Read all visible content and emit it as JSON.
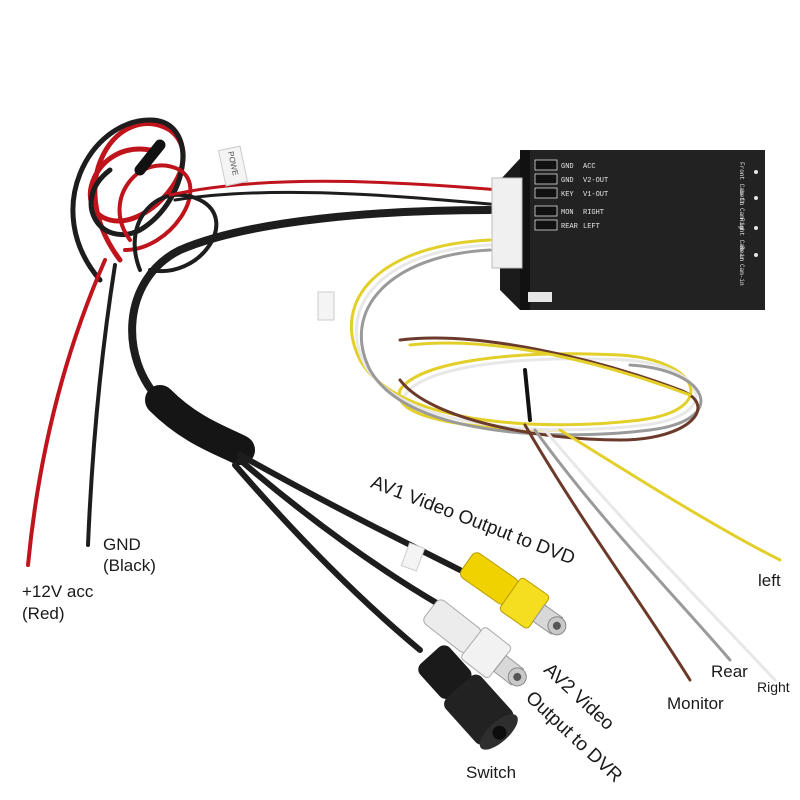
{
  "labels": {
    "av1": "AV1 Video Output to DVD",
    "av2_line1": "AV2 Video",
    "av2_line2": "Output to DVR",
    "gnd_line1": "GND",
    "gnd_line2": "(Black)",
    "acc_line1": "+12V acc",
    "acc_line2": "(Red)",
    "left": "left",
    "rear": "Rear",
    "right": "Right",
    "monitor": "Monitor",
    "switch": "Switch"
  },
  "box": {
    "pin_rows": [
      {
        "a": "GND",
        "b": "ACC"
      },
      {
        "a": "GND",
        "b": "V2-OUT"
      },
      {
        "a": "KEY",
        "b": "V1-OUT"
      }
    ],
    "pin_rows_2": [
      {
        "a": "MON",
        "b": "RIGHT"
      },
      {
        "a": "REAR",
        "b": "LEFT"
      }
    ],
    "side_labels": [
      "Front Cam-in",
      "Left Cam-in",
      "Right Cam-in",
      "Rear Cam-in"
    ]
  },
  "tags": {
    "power": "POWE"
  },
  "colors": {
    "red_wire": "#c0141c",
    "black_wire": "#1d1d1d",
    "yellow_wire": "#e3cf2a",
    "white_wire": "#e8e8e8",
    "gray_wire": "#9a9a9a",
    "brown_wire": "#6b3a2a",
    "box": "#1e1e1e",
    "yellow_rca": "#f0d200"
  }
}
